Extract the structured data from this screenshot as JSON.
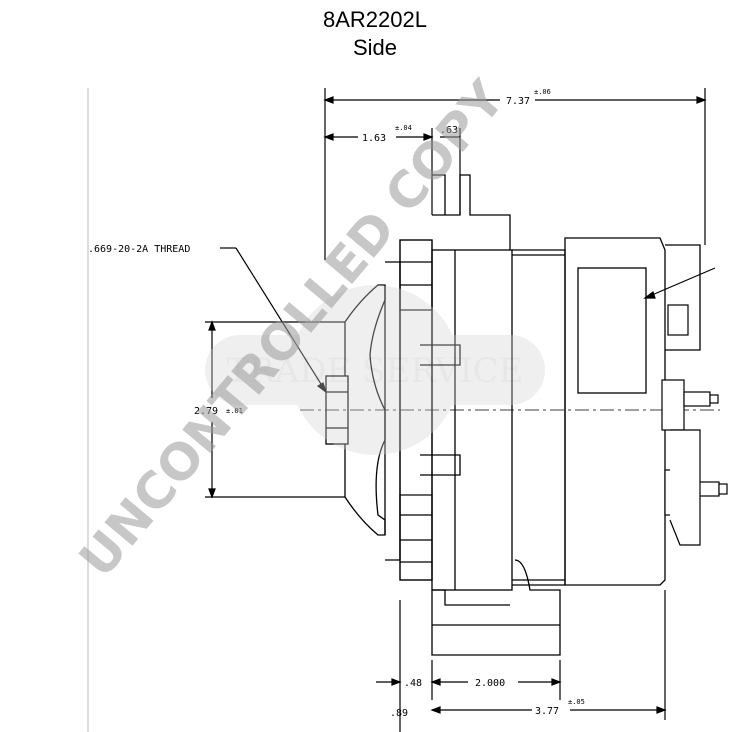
{
  "title": {
    "model": "8AR2202L",
    "view": "Side"
  },
  "dimensions": {
    "overall_length": "7.37",
    "overall_length_tol": "±.06",
    "flange_offset": "1.63",
    "flange_offset_tol": "±.04",
    "flange_thickness": ".63",
    "thread_spec": ".669-20-2A THREAD",
    "pulley_diameter": "2.79",
    "pulley_diameter_tol": "±.01",
    "front_offset": ".48",
    "mount_spacing": "2.000",
    "rear_offset": ".89",
    "mount_length": "3.77",
    "mount_length_tol": "±.05"
  },
  "watermarks": {
    "diagonal": "UNCONTROLLED COPY",
    "center": "TRADE SERVICE"
  },
  "colors": {
    "line": "#000000",
    "watermark": "#9a9a9a",
    "watermark_light": "#d4d4d4"
  }
}
